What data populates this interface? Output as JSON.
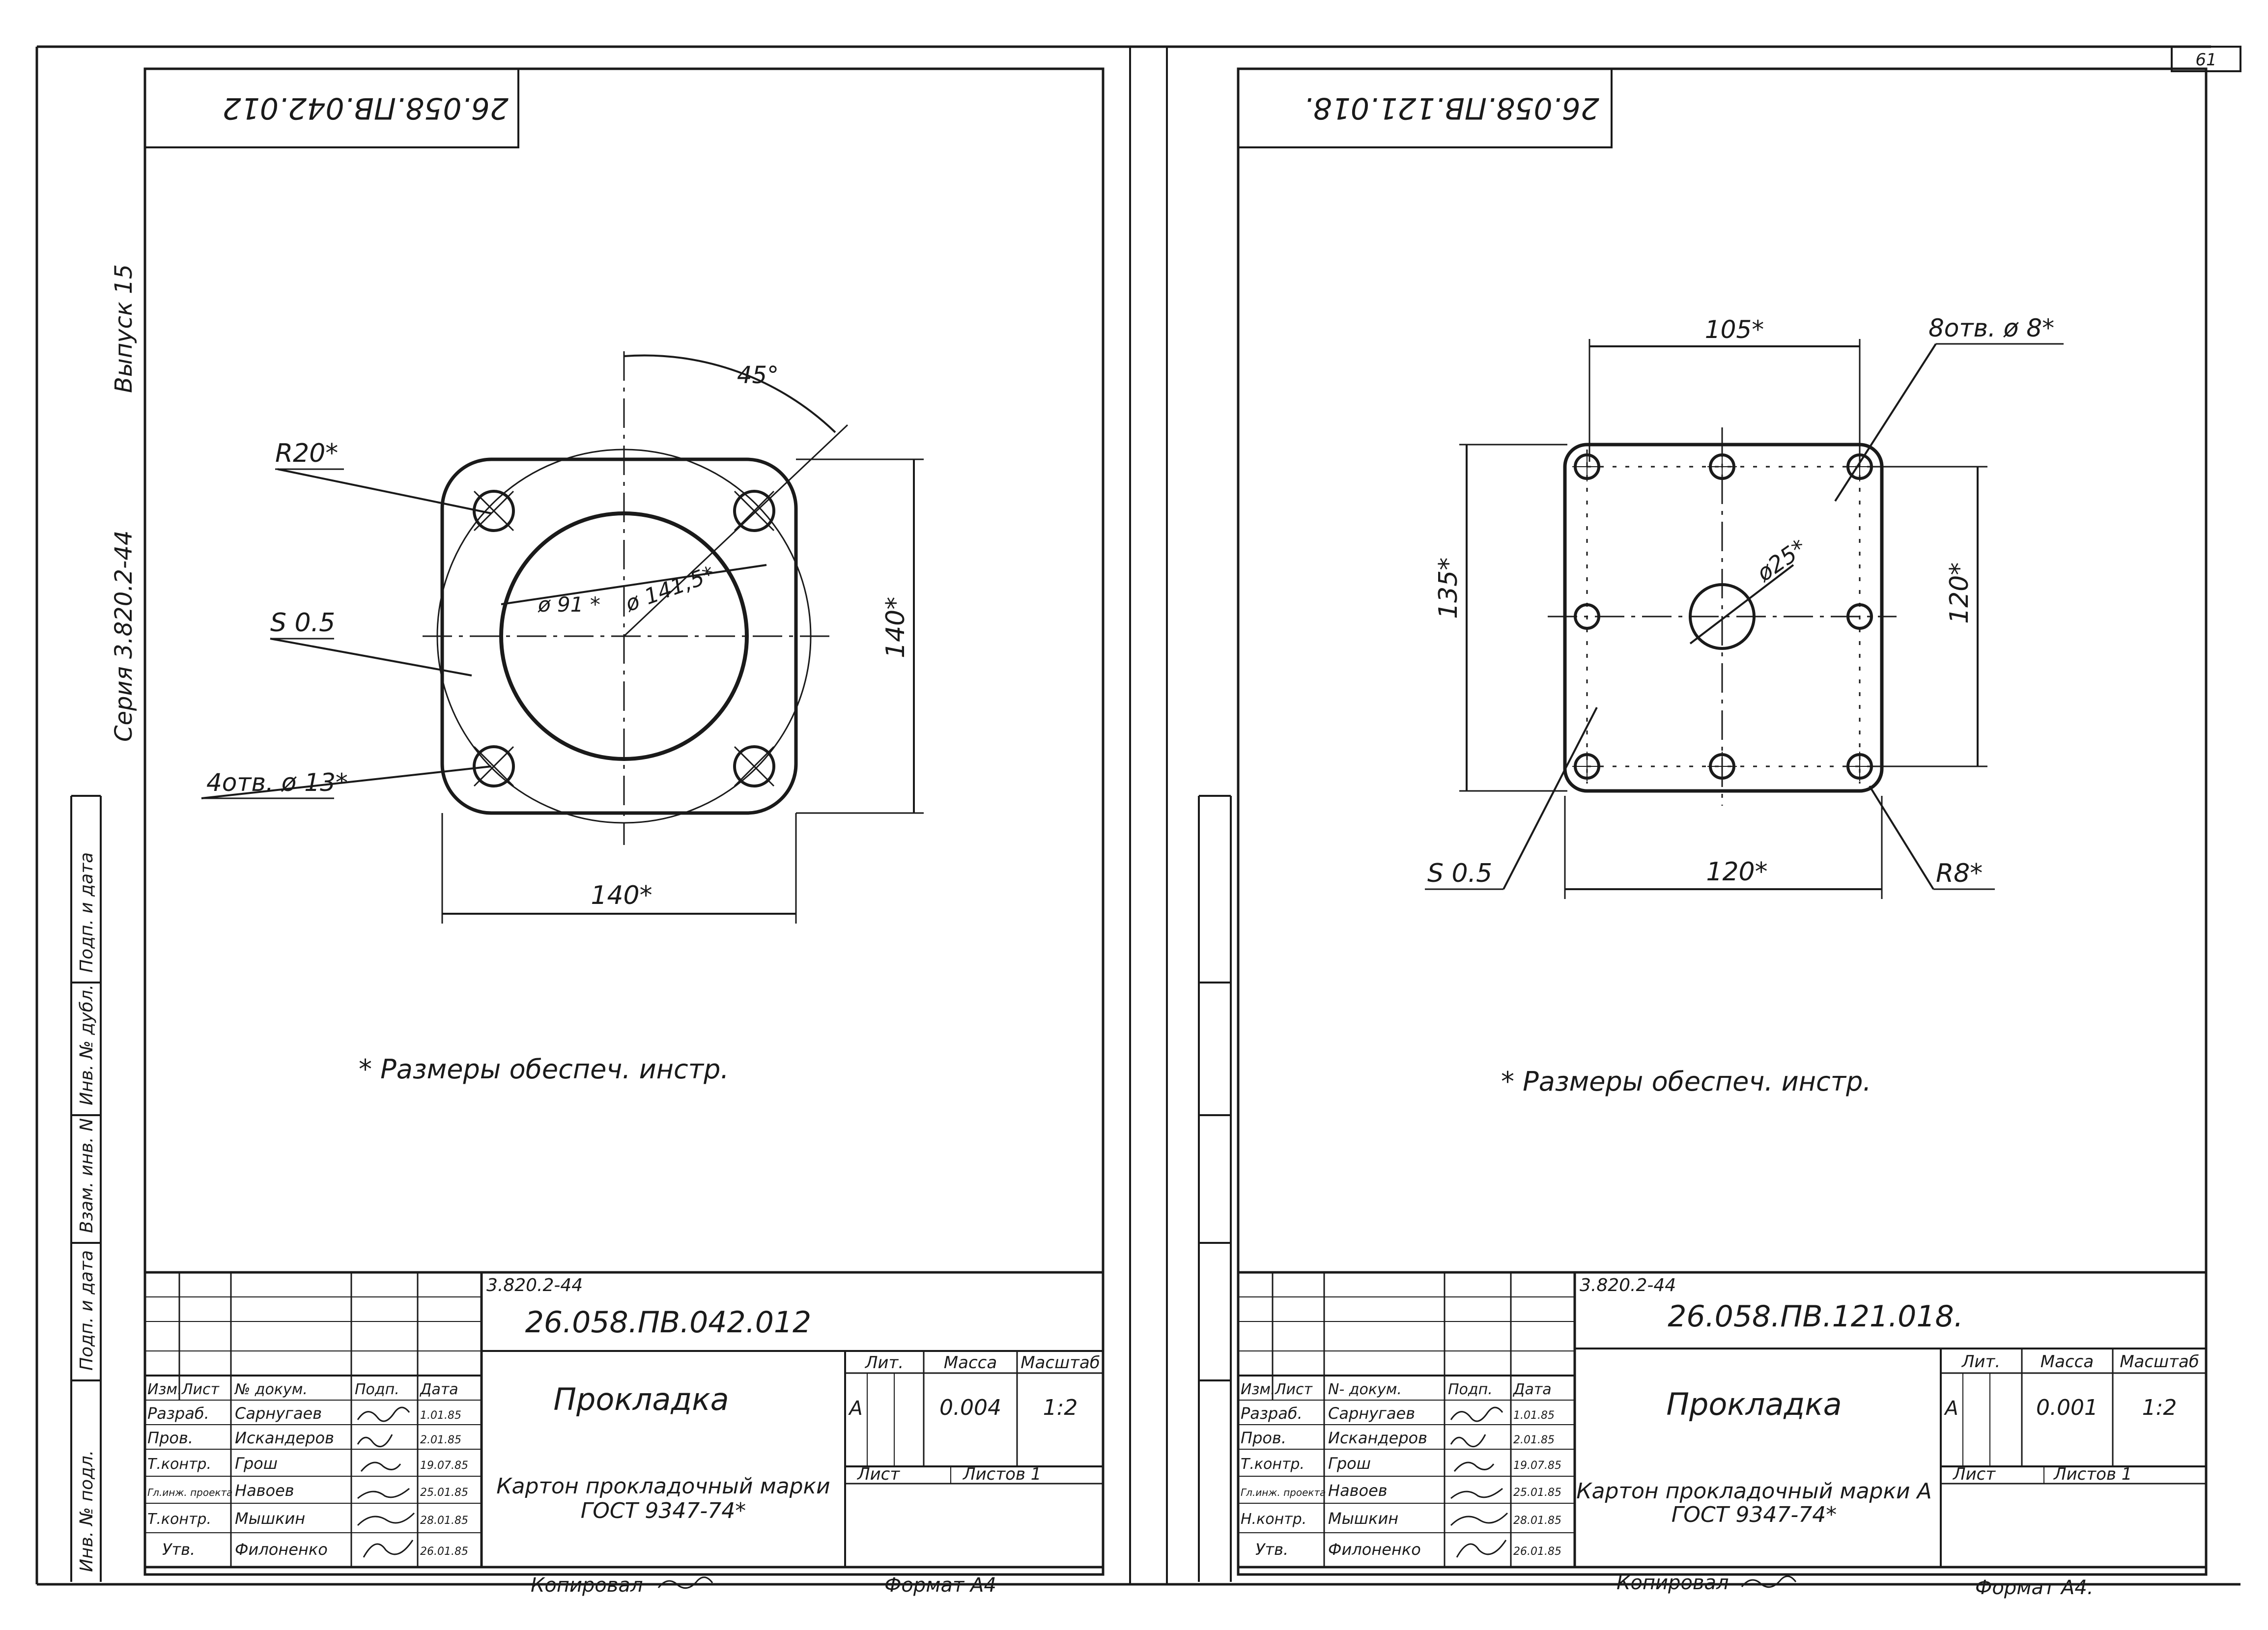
{
  "page_number": "61",
  "side_column": {
    "series": "Серия 3.820.2-44",
    "issue": "Выпуск 15",
    "fields": [
      "Инв. № подл.",
      "Подп. и дата",
      "Взам. инв. N",
      "Инв. № дубл.",
      "Подп. и дата"
    ]
  },
  "sheets": [
    {
      "rotated_code": "26.058.ПВ.042.012",
      "series_ref": "3.820.2-44",
      "code": "26.058.ПВ.042.012",
      "title": "Прокладка",
      "material": "Картон прокладочный марки",
      "gost": "ГОСТ 9347-74*",
      "lit": "А",
      "mass": "0.004",
      "scale": "1:2",
      "sheet": "Лист",
      "sheets_total": "Листов 1",
      "copied": "Копировал",
      "format": "Формат А4",
      "note": "* Размеры обеспеч. инстр.",
      "dims": {
        "radius": "R20*",
        "thickness": "S 0.5",
        "holes": "4отв. ø 13*",
        "angle": "45°",
        "inner": "ø 91 *",
        "bolt_circle": "ø 141,5*",
        "width": "140*",
        "height": "140*"
      },
      "headers": [
        "Изм.",
        "Лист",
        "№ докум.",
        "Подп.",
        "Дата"
      ],
      "lit_header": "Лит.",
      "mass_header": "Масса",
      "scale_header": "Масштаб",
      "rows": [
        {
          "role": "Разраб.",
          "name": "Сарнугаев",
          "date": "1.01.85"
        },
        {
          "role": "Пров.",
          "name": "Искандеров",
          "date": "2.01.85"
        },
        {
          "role": "Т.контр.",
          "name": "Грош",
          "date": "19.07.85"
        },
        {
          "role": "Гл.инж. проекта",
          "name": "Навоев",
          "date": "25.01.85"
        },
        {
          "role": "Т.контр.",
          "name": "Мышкин",
          "date": "28.01.85"
        },
        {
          "role": "Утв.",
          "name": "Филоненко",
          "date": "26.01.85"
        }
      ]
    },
    {
      "rotated_code": "26.058.ПВ.121.018.",
      "series_ref": "3.820.2-44",
      "code": "26.058.ПВ.121.018.",
      "title": "Прокладка",
      "material": "Картон прокладочный марки А",
      "gost": "ГОСТ 9347-74*",
      "lit": "А",
      "mass": "0.001",
      "scale": "1:2",
      "sheet": "Лист",
      "sheets_total": "Листов 1",
      "copied": "Копировал",
      "format": "Формат А4.",
      "note": "* Размеры обеспеч. инстр.",
      "dims": {
        "top": "105*",
        "holes": "8отв. ø 8*",
        "center": "ø25*",
        "left": "135*",
        "right": "120*",
        "bottom": "120*",
        "thickness": "S 0.5",
        "radius": "R8*"
      },
      "headers": [
        "Изм.",
        "Лист",
        "N- докум.",
        "Подп.",
        "Дата"
      ],
      "lit_header": "Лит.",
      "mass_header": "Масса",
      "scale_header": "Масштаб",
      "rows": [
        {
          "role": "Разраб.",
          "name": "Сарнугаев",
          "date": "1.01.85"
        },
        {
          "role": "Пров.",
          "name": "Искандеров",
          "date": "2.01.85"
        },
        {
          "role": "Т.контр.",
          "name": "Грош",
          "date": "19.07.85"
        },
        {
          "role": "Гл.инж. проекта",
          "name": "Навоев",
          "date": "25.01.85"
        },
        {
          "role": "Н.контр.",
          "name": "Мышкин",
          "date": "28.01.85"
        },
        {
          "role": "Утв.",
          "name": "Филоненко",
          "date": "26.01.85"
        }
      ]
    }
  ]
}
